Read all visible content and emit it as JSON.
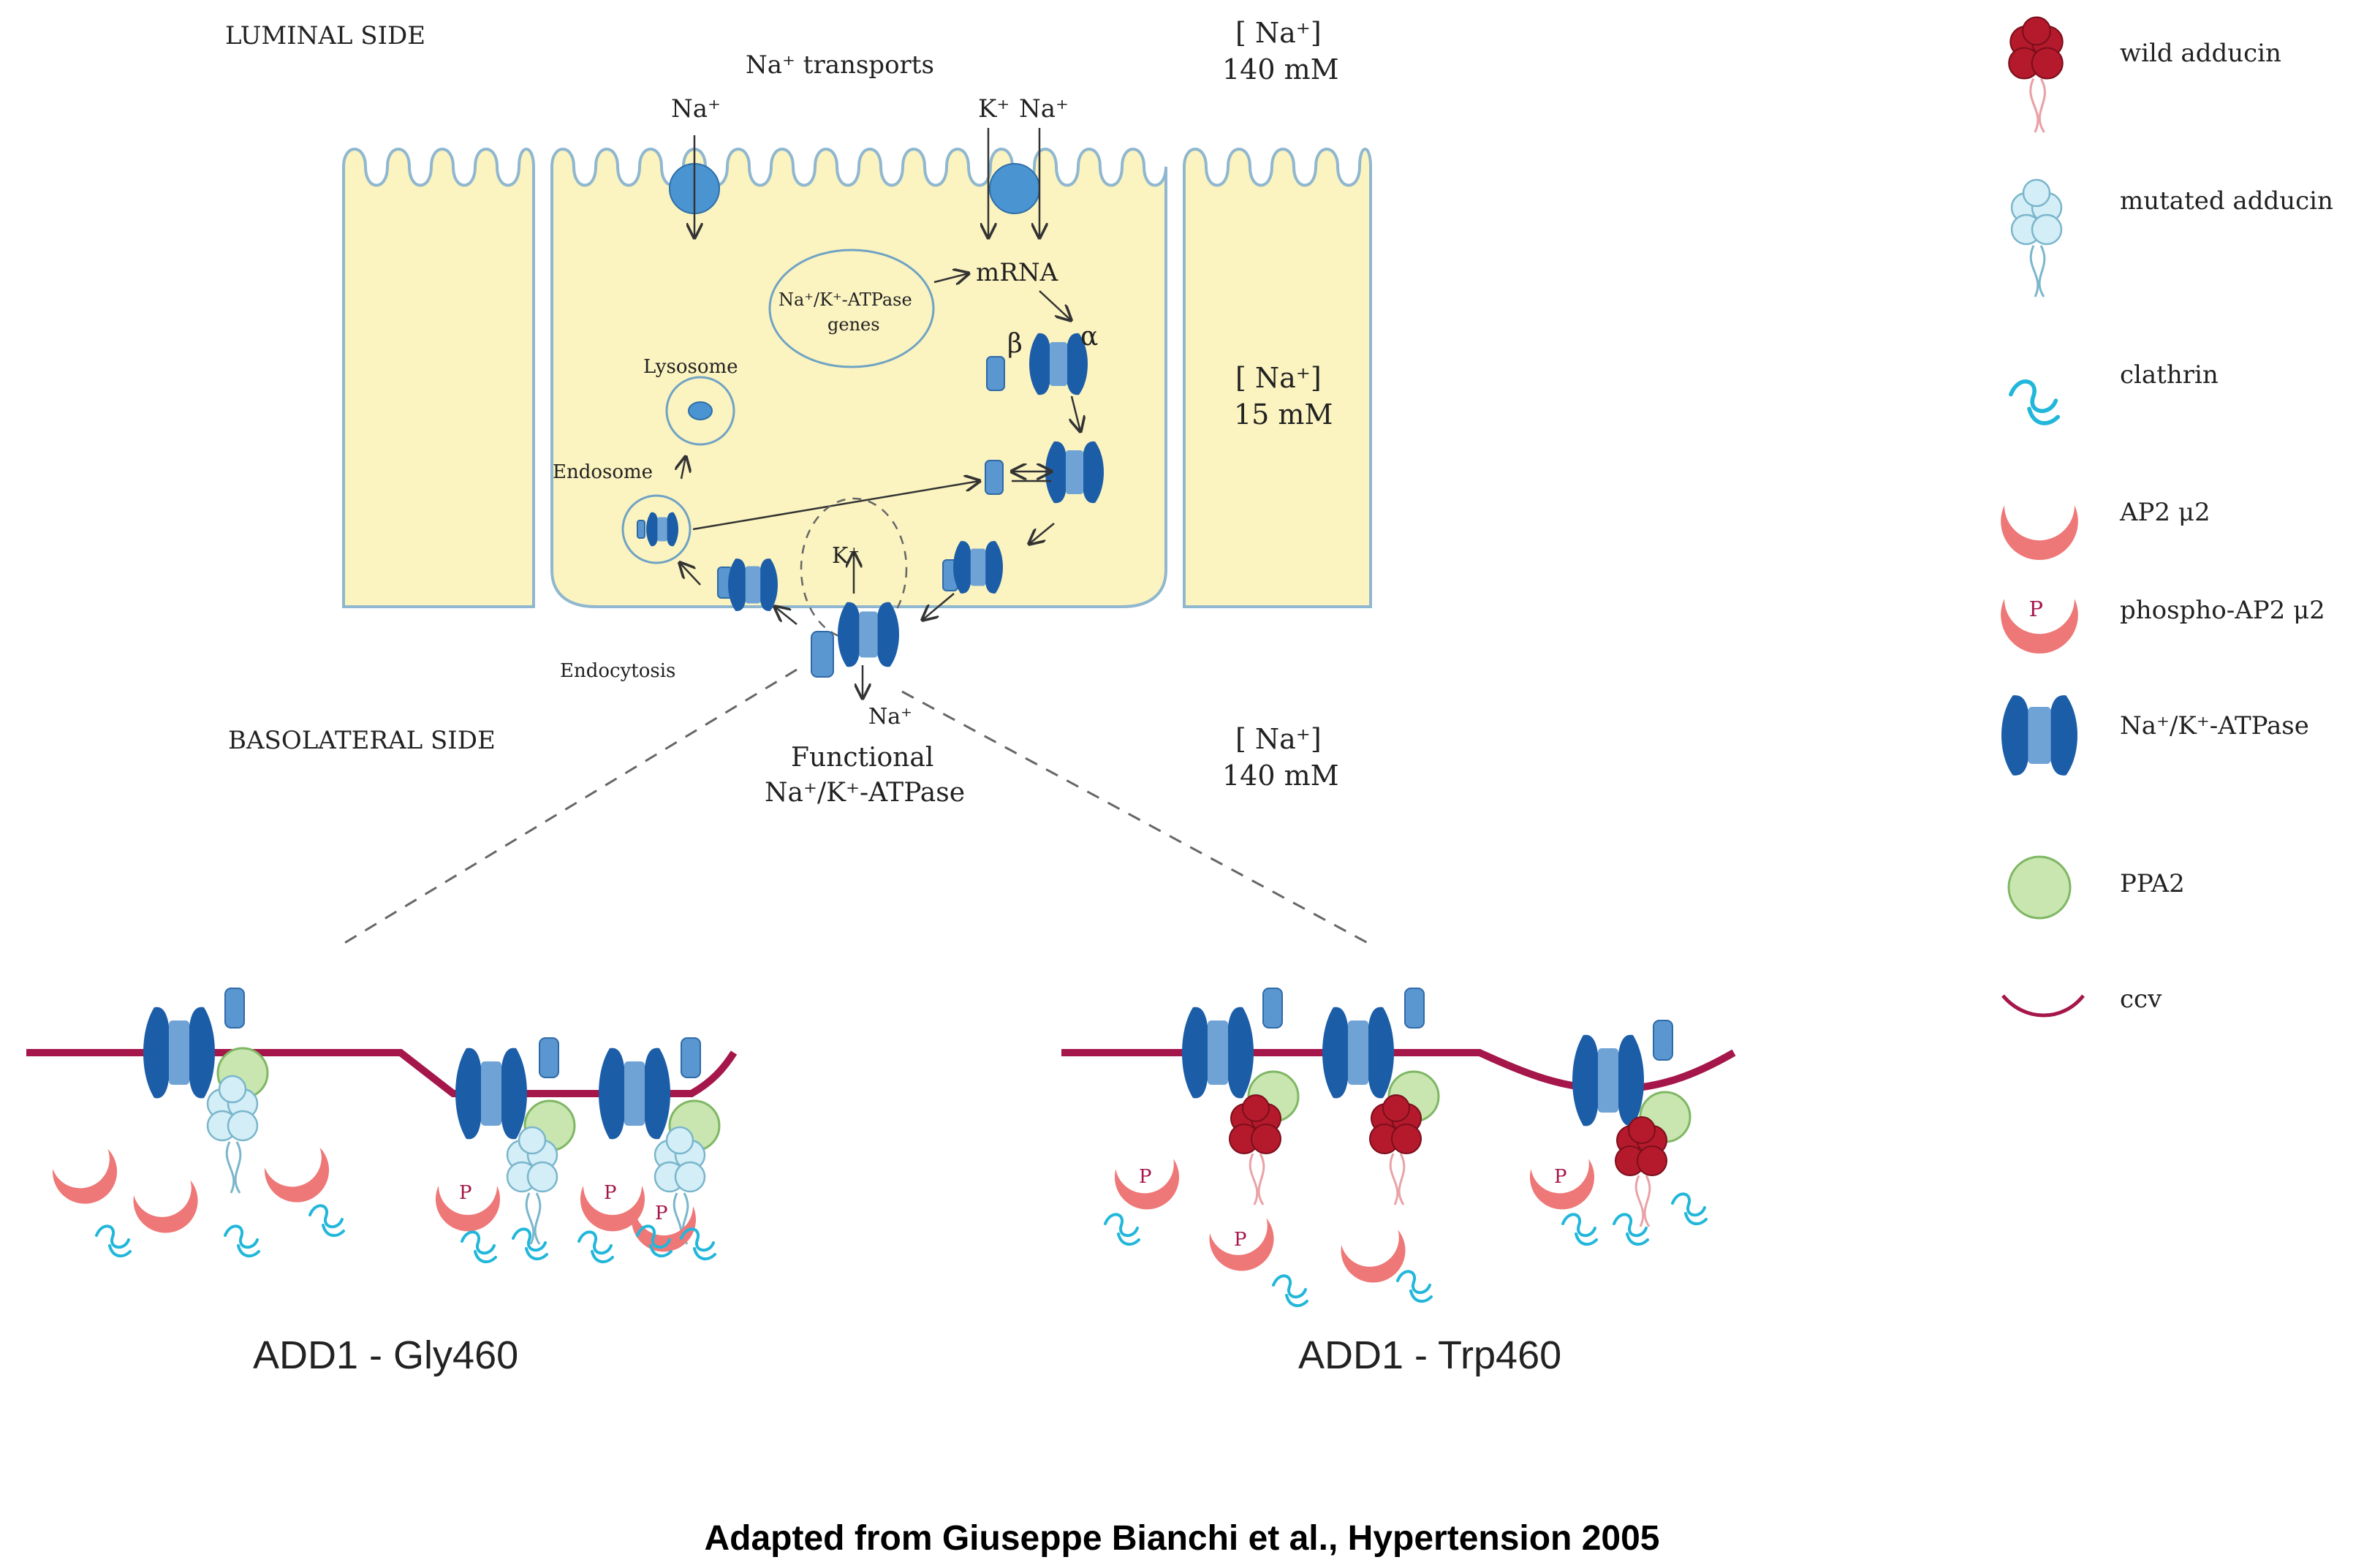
{
  "labels": {
    "luminal_side": "LUMINAL SIDE",
    "basolateral_side": "BASOLATERAL SIDE",
    "na_transports": "Na⁺ transports",
    "na_top_left": "Na⁺",
    "k_top": "K⁺",
    "na_top_right": "Na⁺",
    "conc_lumen_1": "[ Na⁺]",
    "conc_lumen_2": "140 mM",
    "conc_cell_1": "[ Na⁺]",
    "conc_cell_2": "15 mM",
    "conc_baso_1": "[ Na⁺]",
    "conc_baso_2": "140 mM",
    "genes_1": "Na⁺/K⁺-ATPase",
    "genes_2": "genes",
    "mrna": "mRNA",
    "beta": "β",
    "alpha": "α",
    "lysosome": "Lysosome",
    "endosome": "Endosome",
    "k_inner": "K⁺",
    "endocytosis": "Endocytosis",
    "na_bottom": "Na⁺",
    "functional_1": "Functional",
    "functional_2": "Na⁺/K⁺-ATPase",
    "panel_left": "ADD1 - Gly460",
    "panel_right": "ADD1 - Trp460",
    "citation": "Adapted from Giuseppe Bianchi et al., Hypertension 2005"
  },
  "legend": [
    {
      "icon": "wild-adducin-icon",
      "label": "wild adducin"
    },
    {
      "icon": "mutated-adducin-icon",
      "label": "mutated adducin"
    },
    {
      "icon": "clathrin-icon",
      "label": "clathrin"
    },
    {
      "icon": "ap2-mu2-icon",
      "label": "AP2 μ2"
    },
    {
      "icon": "phospho-ap2-mu2-icon",
      "label": "phospho-AP2 μ2"
    },
    {
      "icon": "na-k-atpase-icon",
      "label": "Na⁺/K⁺-ATPase"
    },
    {
      "icon": "ppa2-icon",
      "label": "PPA2"
    },
    {
      "icon": "ccv-icon",
      "label": "ccv"
    }
  ],
  "phospho_mark": "P",
  "colors": {
    "cell_fill": "#fbf3c0",
    "cell_stroke": "#8fb7cf",
    "membrane": "#a5164a",
    "pump": "#1c5da8",
    "ap2": "#ee7777",
    "ppa2": "#c9e6b0",
    "wild_adducin": "#b51a2c",
    "mutated_adducin": "#d3eef6",
    "clathrin": "#22b7da"
  }
}
